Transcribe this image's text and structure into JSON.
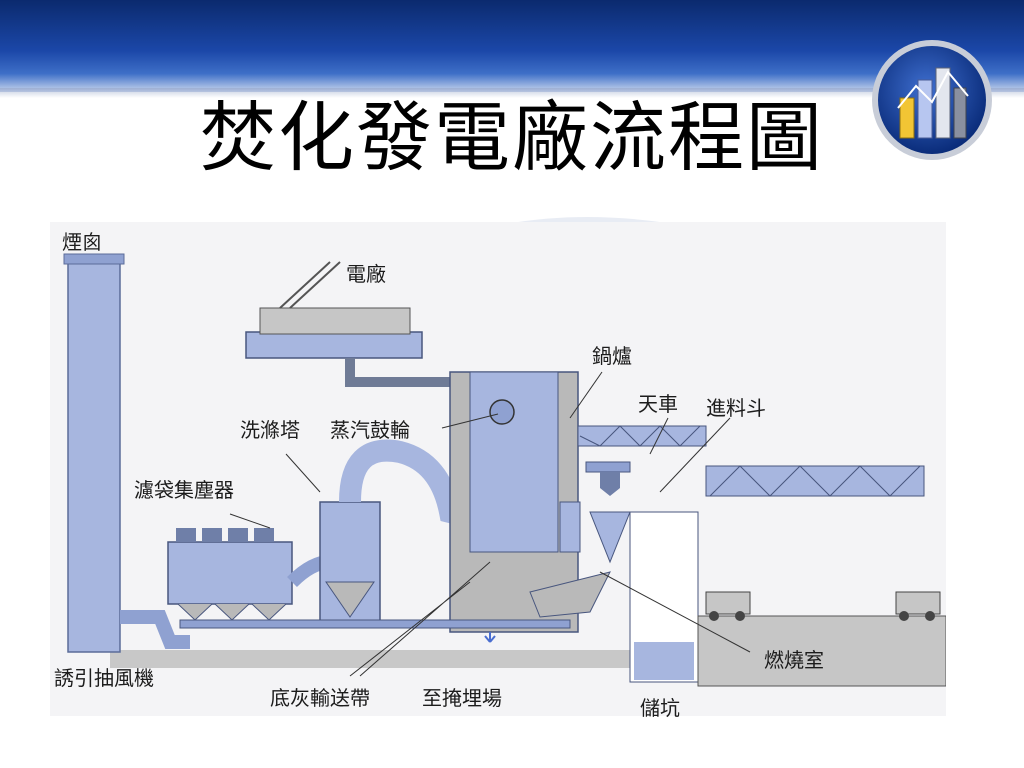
{
  "slide": {
    "title": "焚化發電廠流程圖"
  },
  "diagram": {
    "labels": {
      "chimney": "煙囪",
      "power_plant": "電廠",
      "boiler": "鍋爐",
      "crane": "天車",
      "feed_hopper": "進料斗",
      "scrubber": "洗滌塔",
      "steam_drum": "蒸汽鼓輪",
      "bag_filter": "濾袋集塵器",
      "induced_draft_fan": "誘引抽風機",
      "bottom_ash_conveyor": "底灰輸送帶",
      "to_landfill": "至掩埋場",
      "storage_pit": "儲坑",
      "combustion_chamber": "燃燒室"
    }
  },
  "colors": {
    "banner_dark": "#0b2a6e",
    "diagram_blue": "#a7b6df",
    "diagram_gray": "#b9b9b9",
    "diagram_bg": "#f4f4f6"
  }
}
